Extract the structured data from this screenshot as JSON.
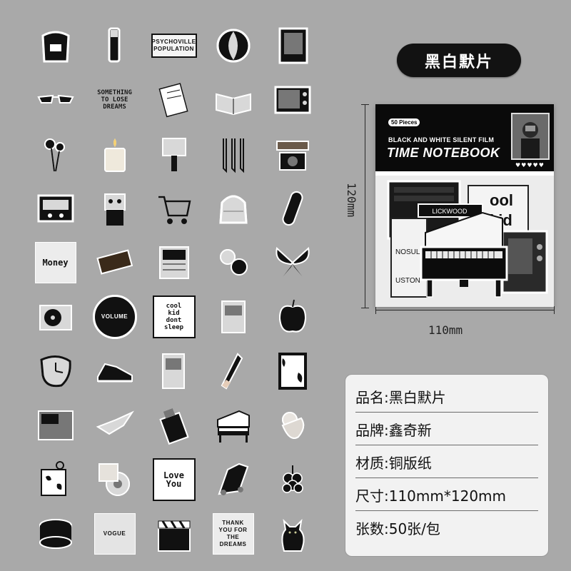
{
  "product_title": "黑白默片",
  "dimensions": {
    "height_label": "120mm",
    "width_label": "110mm"
  },
  "package": {
    "piece_count": "50 Pieces",
    "subtitle": "BLACK AND WHITE SILENT FILM",
    "title": "TIME NOTEBOOK",
    "hearts": "♥♥♥♥♥",
    "inner_texts": [
      "ool",
      "kid",
      "LICKWOOD",
      "NOSUL",
      "USTON"
    ]
  },
  "info": [
    {
      "text": "品名:黑白默片"
    },
    {
      "text": "品牌:鑫奇新"
    },
    {
      "text": "材质:铜版纸"
    },
    {
      "text": "尺寸:110mm*120mm"
    },
    {
      "text": "张数:50张/包"
    }
  ],
  "stickers": [
    {
      "name": "black-bag-sticker",
      "kind": "bag",
      "text": ""
    },
    {
      "name": "hand-with-cup-sticker",
      "kind": "tall",
      "text": ""
    },
    {
      "name": "psychoville-sign-sticker",
      "kind": "sign",
      "text": "PSYCHOVILLE\nPOPULATION"
    },
    {
      "name": "moon-face-sticker",
      "kind": "moon",
      "text": ""
    },
    {
      "name": "vinyl-record-sticker",
      "kind": "record",
      "text": ""
    },
    {
      "name": "cat-eye-sunglasses-sticker",
      "kind": "glasses",
      "text": ""
    },
    {
      "name": "lettering-sticker",
      "kind": "lettering",
      "text": "SOMETHING\nTO LOSE\nDREAMS"
    },
    {
      "name": "paper-note-sticker",
      "kind": "note",
      "text": ""
    },
    {
      "name": "open-book-sticker",
      "kind": "book",
      "text": ""
    },
    {
      "name": "retro-tv-sticker",
      "kind": "tv",
      "text": ""
    },
    {
      "name": "black-roses-sticker",
      "kind": "roses",
      "text": ""
    },
    {
      "name": "candle-sticker",
      "kind": "candle",
      "text": ""
    },
    {
      "name": "soap-dispenser-sticker",
      "kind": "dispenser",
      "text": ""
    },
    {
      "name": "safety-pins-sticker",
      "kind": "pins",
      "text": ""
    },
    {
      "name": "camera-sticker",
      "kind": "camera",
      "text": ""
    },
    {
      "name": "cassette-tape-sticker",
      "kind": "cassette",
      "text": ""
    },
    {
      "name": "robot-toy-sticker",
      "kind": "robot",
      "text": ""
    },
    {
      "name": "shopping-cart-sticker",
      "kind": "cart",
      "text": ""
    },
    {
      "name": "puffer-bag-sticker",
      "kind": "puffer",
      "text": ""
    },
    {
      "name": "skateboard-sticker",
      "kind": "skate",
      "text": ""
    },
    {
      "name": "money-paper-sticker",
      "kind": "money",
      "text": "Money"
    },
    {
      "name": "chocolate-bar-sticker",
      "kind": "choco",
      "text": ""
    },
    {
      "name": "newspaper-sticker",
      "kind": "newspaper",
      "text": ""
    },
    {
      "name": "teddy-bears-sticker",
      "kind": "bears",
      "text": ""
    },
    {
      "name": "butterfly-sticker",
      "kind": "butterfly",
      "text": ""
    },
    {
      "name": "record-player-sticker",
      "kind": "player",
      "text": ""
    },
    {
      "name": "volume-knob-sticker",
      "kind": "knob",
      "text": "VOLUME"
    },
    {
      "name": "cool-kid-sticker",
      "kind": "coolkid",
      "text": "cool\nkid\ndont\nsleep"
    },
    {
      "name": "paper-card-sticker",
      "kind": "card",
      "text": ""
    },
    {
      "name": "black-apple-sticker",
      "kind": "apple",
      "text": ""
    },
    {
      "name": "melting-clock-sticker",
      "kind": "clock",
      "text": ""
    },
    {
      "name": "sneaker-sticker",
      "kind": "sneaker",
      "text": ""
    },
    {
      "name": "poster-sticker",
      "kind": "poster",
      "text": ""
    },
    {
      "name": "gloved-arm-sticker",
      "kind": "arm",
      "text": ""
    },
    {
      "name": "cow-frame-sticker",
      "kind": "frame",
      "text": ""
    },
    {
      "name": "photo-sticker",
      "kind": "photo",
      "text": ""
    },
    {
      "name": "dancer-sticker",
      "kind": "dancer",
      "text": ""
    },
    {
      "name": "zippo-lighter-sticker",
      "kind": "lighter",
      "text": ""
    },
    {
      "name": "grand-piano-sticker",
      "kind": "piano",
      "text": ""
    },
    {
      "name": "cherub-sticker",
      "kind": "cherub",
      "text": ""
    },
    {
      "name": "keychain-sticker",
      "kind": "keychain",
      "text": ""
    },
    {
      "name": "tape-roll-sticker",
      "kind": "taperoll",
      "text": ""
    },
    {
      "name": "love-you-sticker",
      "kind": "loveyou",
      "text": "Love\nYou"
    },
    {
      "name": "classic-car-sticker",
      "kind": "car",
      "text": ""
    },
    {
      "name": "grapes-sticker",
      "kind": "grapes",
      "text": ""
    },
    {
      "name": "stacked-cookies-sticker",
      "kind": "cookies",
      "text": ""
    },
    {
      "name": "vogue-magazine-sticker",
      "kind": "vogue",
      "text": "VOGUE"
    },
    {
      "name": "clapperboard-sticker",
      "kind": "clapper",
      "text": ""
    },
    {
      "name": "thank-you-note-sticker",
      "kind": "thanks",
      "text": "THANK\nYOU FOR\nTHE\nDREAMS"
    },
    {
      "name": "black-cat-sticker",
      "kind": "cat",
      "text": ""
    }
  ]
}
